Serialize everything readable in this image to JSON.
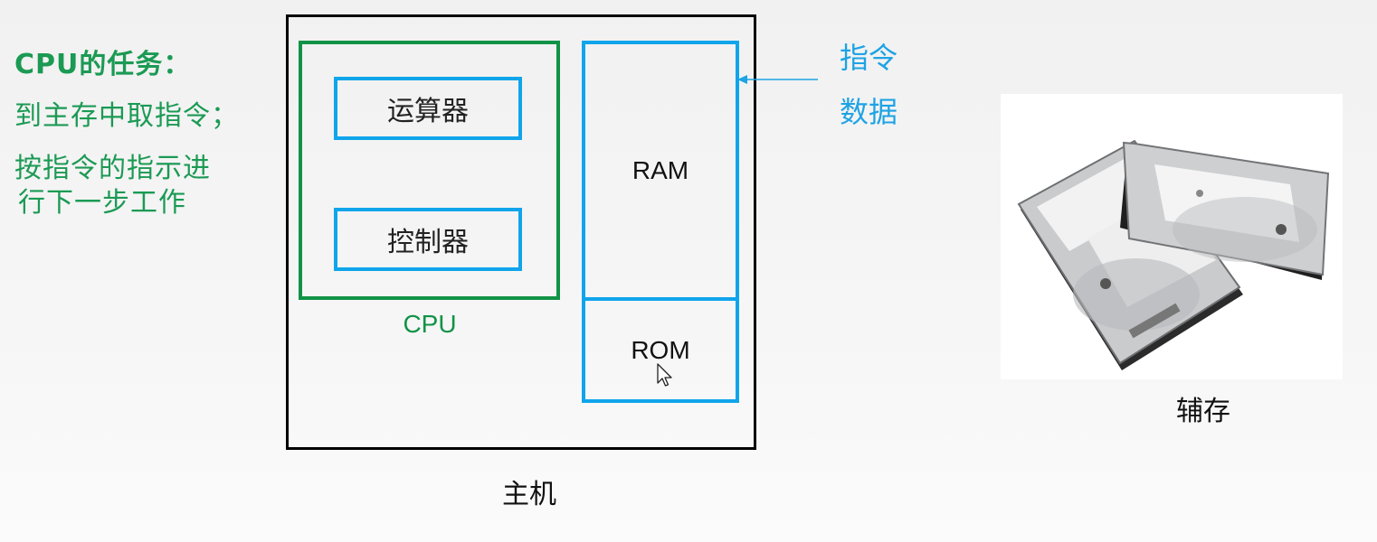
{
  "cpu_tasks": {
    "title": "CPU的任务：",
    "lines": [
      "到主存中取指令；",
      "按指令的指示进",
      "行下一步工作"
    ]
  },
  "host": {
    "label": "主机",
    "cpu": {
      "label": "CPU",
      "alu_label": "运算器",
      "controller_label": "控制器"
    },
    "memory": {
      "ram_label": "RAM",
      "rom_label": "ROM"
    }
  },
  "input_annotation": {
    "lines": [
      "指令",
      "数据"
    ]
  },
  "secondary_storage": {
    "label": "辅存",
    "image": "hard-disk-drives-photo"
  },
  "colors": {
    "cpu_green": "#119347",
    "component_blue": "#10a5eb",
    "host_border": "#000000",
    "task_text_green": "#1b9a54",
    "annotation_blue": "#1ea3e4"
  }
}
